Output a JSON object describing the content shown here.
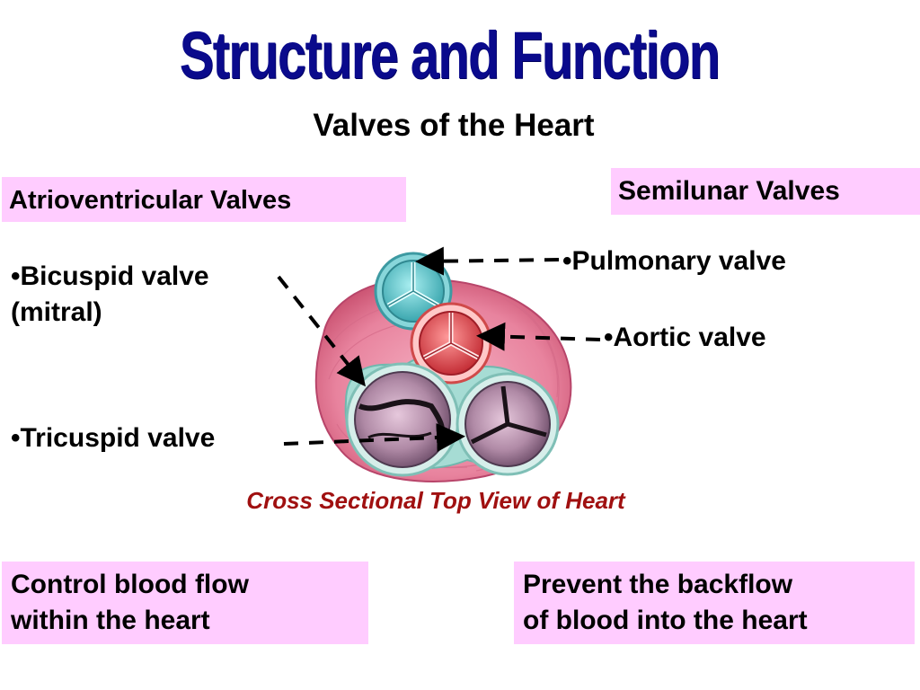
{
  "title": "Structure and Function",
  "subtitle": "Valves of the Heart",
  "av_header": "Atrioventricular Valves",
  "sl_header": "Semilunar Valves",
  "labels": {
    "bicuspid_line1": "•Bicuspid valve",
    "bicuspid_line2": "(mitral)",
    "tricuspid": "•Tricuspid valve",
    "pulmonary": "•Pulmonary valve",
    "aortic": "•Aortic valve"
  },
  "caption": "Cross Sectional Top View of Heart",
  "av_function": {
    "line1": "Control blood flow",
    "line2": "within the heart"
  },
  "sl_function": {
    "line1": "Prevent the backflow",
    "line2": "of blood into the heart"
  },
  "colors": {
    "title": "#0a0a8c",
    "box_fill": "#ffccff",
    "caption": "#a01010",
    "muscle": "#e87a98",
    "pulmonary_valve": "#5cc6cc",
    "aortic_valve": "#e04848",
    "av_valve": "#b88aa8"
  }
}
